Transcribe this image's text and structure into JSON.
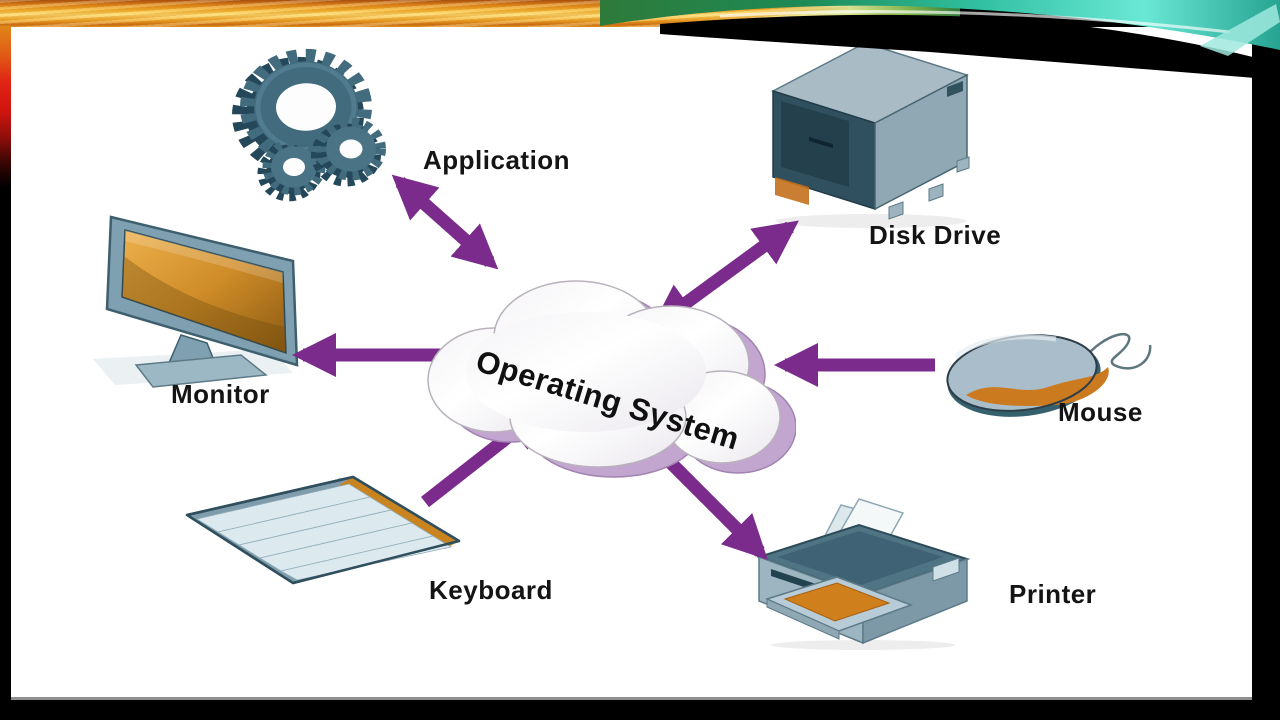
{
  "slide": {
    "center": {
      "label": "Operating System",
      "icon": "cloud-shape"
    },
    "nodes": [
      {
        "name": "application",
        "label": "Application",
        "icon": "gears-icon",
        "arrow": "bidirectional"
      },
      {
        "name": "disk_drive",
        "label": "Disk Drive",
        "icon": "disk-drive-icon",
        "arrow": "bidirectional"
      },
      {
        "name": "monitor",
        "label": "Monitor",
        "icon": "monitor-icon",
        "arrow": "os-to-device"
      },
      {
        "name": "mouse",
        "label": "Mouse",
        "icon": "mouse-icon",
        "arrow": "device-to-os"
      },
      {
        "name": "keyboard",
        "label": "Keyboard",
        "icon": "keyboard-icon",
        "arrow": "device-to-os"
      },
      {
        "name": "printer",
        "label": "Printer",
        "icon": "printer-icon",
        "arrow": "os-to-device"
      }
    ],
    "colors": {
      "arrow_purple": "#7b2b8c",
      "device_steel_blue": "#46707f",
      "accent_orange": "#cc7a20",
      "cloud_edge_lavender": "#c2a6cf",
      "ribbon_orange": "#f6b62e",
      "ribbon_teal": "#2fbfa0"
    }
  }
}
